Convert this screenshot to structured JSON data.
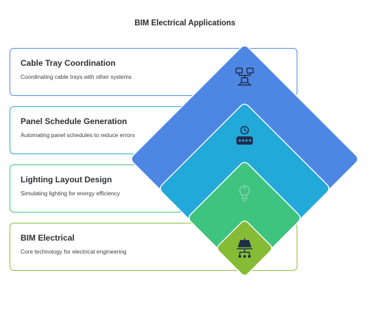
{
  "title": "BIM Electrical Applications",
  "layers": [
    {
      "title": "Cable Tray Coordination",
      "description": "Coordinating cable trays with other systems",
      "color": "#4e86e4",
      "icon": "network-icon"
    },
    {
      "title": "Panel Schedule Generation",
      "description": "Automating panel schedules to reduce errors",
      "color": "#22a9d9",
      "icon": "clock-icon"
    },
    {
      "title": "Lighting Layout Design",
      "description": "Simulating lighting for energy efficiency",
      "color": "#3fc47f",
      "icon": "lightbulb-icon"
    },
    {
      "title": "BIM Electrical",
      "description": "Core technology for electrical engineering",
      "color": "#86bc35",
      "icon": "solar-panel-icon"
    }
  ]
}
